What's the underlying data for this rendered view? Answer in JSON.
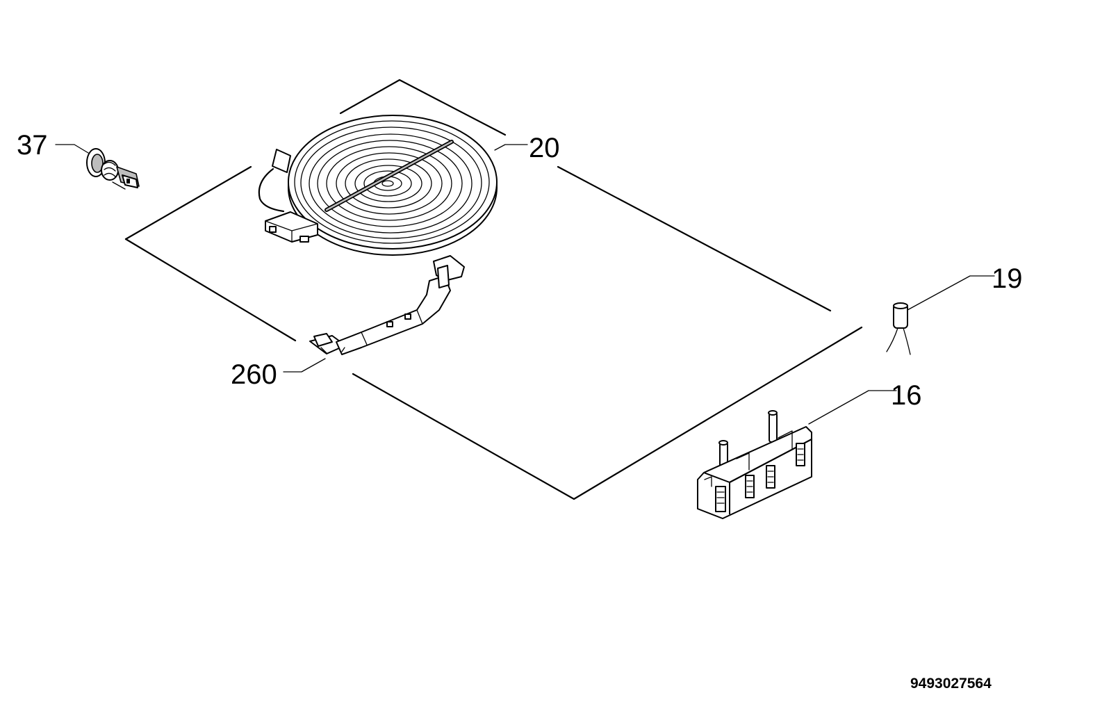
{
  "diagram": {
    "document_number": "9493027564",
    "callouts": [
      {
        "id": "37",
        "label": "37"
      },
      {
        "id": "20",
        "label": "20"
      },
      {
        "id": "19",
        "label": "19"
      },
      {
        "id": "260",
        "label": "260"
      },
      {
        "id": "16",
        "label": "16"
      }
    ],
    "parts": [
      {
        "id": "37",
        "icon": "pilot-lamp-icon"
      },
      {
        "id": "20",
        "icon": "radiant-heating-element-icon"
      },
      {
        "id": "19",
        "icon": "temperature-sensor-icon"
      },
      {
        "id": "260",
        "icon": "mounting-bracket-icon"
      },
      {
        "id": "16",
        "icon": "energy-regulator-switch-icon"
      }
    ]
  }
}
